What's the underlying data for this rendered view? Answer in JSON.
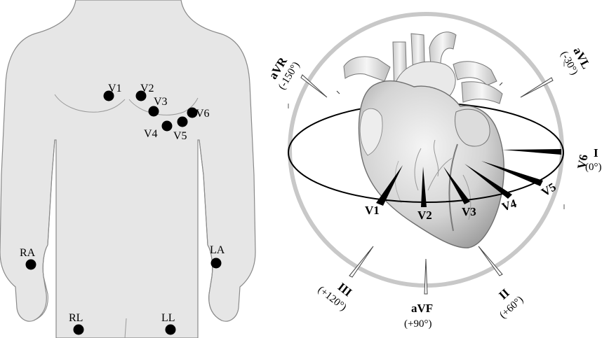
{
  "body_figure": {
    "electrodes": {
      "V1": "V1",
      "V2": "V2",
      "V3": "V3",
      "V4": "V4",
      "V5": "V5",
      "V6": "V6",
      "RA": "RA",
      "LA": "LA",
      "RL": "RL",
      "LL": "LL"
    },
    "colors": {
      "skin": "#e6e6e6",
      "outline": "#8a8a8a",
      "electrode": "#000000"
    }
  },
  "axis_figure": {
    "frontal_leads": {
      "aVR": {
        "name": "aVR",
        "angle": "(-150°)"
      },
      "aVL": {
        "name": "aVL",
        "angle": "(-30°)"
      },
      "I": {
        "name": "I",
        "angle": "(0°)"
      },
      "II": {
        "name": "II",
        "angle": "(+60°)"
      },
      "aVF": {
        "name": "aVF",
        "angle": "(+90°)"
      },
      "III": {
        "name": "III",
        "angle": "(+120°)"
      }
    },
    "precordial_leads": {
      "V1": "V1",
      "V2": "V2",
      "V3": "V3",
      "V4": "V4",
      "V5": "V5",
      "V6": "V6"
    },
    "colors": {
      "circle": "#c8c8c8",
      "heart_light": "#efefef",
      "heart_dark": "#9a9a9a"
    },
    "heart_icon": "anatomical-heart-illustration"
  }
}
